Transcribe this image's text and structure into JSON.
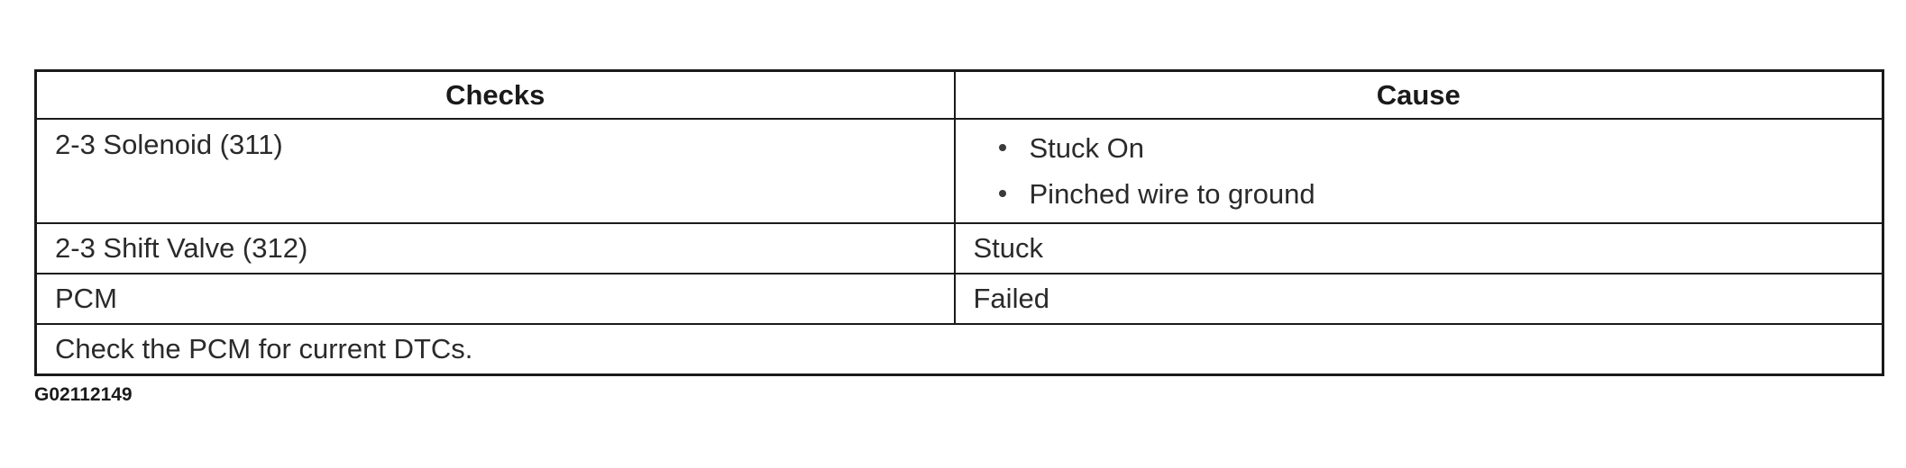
{
  "table": {
    "headers": {
      "checks": "Checks",
      "cause": "Cause"
    },
    "rows": [
      {
        "check": "2-3 Solenoid (311)",
        "causes": [
          "Stuck On",
          "Pinched wire to ground"
        ]
      },
      {
        "check": "2-3 Shift Valve (312)",
        "cause": "Stuck"
      },
      {
        "check": "PCM",
        "cause": "Failed"
      }
    ],
    "footer_note": "Check the PCM for current DTCs."
  },
  "figure_id": "G02112149"
}
